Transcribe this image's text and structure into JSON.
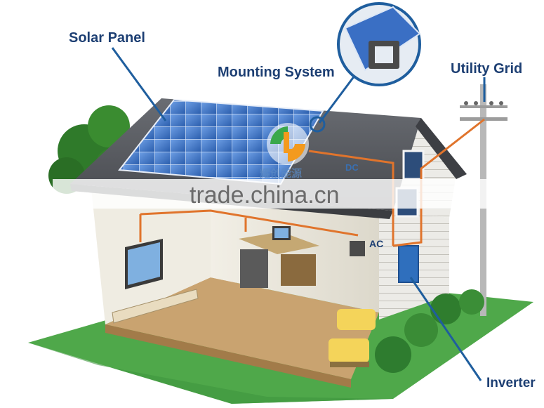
{
  "labels": {
    "solar_panel": "Solar Panel",
    "mounting_system": "Mounting System",
    "utility_grid": "Utility Grid",
    "inverter": "Inverter",
    "dc": "DC",
    "ac": "AC"
  },
  "watermark": {
    "text": "trade.china.cn",
    "logo_caption": "耀创能源"
  },
  "colors": {
    "label_text": "#1d3f73",
    "roof": "#5a5d63",
    "solar_panel": "#3a6fc4",
    "lawn": "#4fa84a",
    "wall": "#eae7dc",
    "floor": "#c9a370",
    "wiring": "#e0742c",
    "callout_line": "#1f5e9e",
    "watermark_band": "#ffffff",
    "logo_green": "#3aa84a",
    "logo_orange": "#f39a1e"
  },
  "icons": [
    "callout-circle-mounting",
    "logo-mark"
  ]
}
